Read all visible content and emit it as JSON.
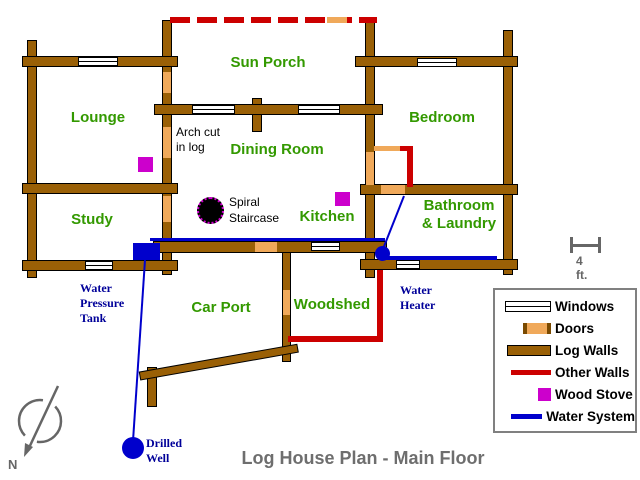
{
  "title": "Log House Plan - Main Floor",
  "rooms": {
    "sun_porch": "Sun Porch",
    "lounge": "Lounge",
    "dining_room": "Dining Room",
    "bedroom": "Bedroom",
    "study": "Study",
    "kitchen": "Kitchen",
    "bathroom_line1": "Bathroom",
    "bathroom_line2": "& Laundry",
    "car_port": "Car Port",
    "woodshed": "Woodshed"
  },
  "annotations": {
    "arch_cut_line1": "Arch cut",
    "arch_cut_line2": "in log",
    "staircase_line1": "Spiral",
    "staircase_line2": "Staircase",
    "tank_line1": "Water",
    "tank_line2": "Pressure",
    "tank_line3": "Tank",
    "heater_line1": "Water",
    "heater_line2": "Heater",
    "well_line1": "Drilled",
    "well_line2": "Well"
  },
  "compass": {
    "north_label": "N"
  },
  "scale_bar": {
    "label": "4 ft."
  },
  "legend": {
    "items": [
      {
        "label": "Windows",
        "icon": "window-icon"
      },
      {
        "label": "Doors",
        "icon": "door-icon"
      },
      {
        "label": "Log Walls",
        "icon": "log-wall-icon"
      },
      {
        "label": "Other Walls",
        "icon": "other-wall-icon"
      },
      {
        "label": "Wood Stove",
        "icon": "wood-stove-icon"
      },
      {
        "label": "Water System",
        "icon": "water-system-icon"
      }
    ]
  },
  "colors": {
    "log_wall": "#9A6006",
    "door": "#F0A95A",
    "other_wall": "#CC0000",
    "wood_stove": "#CC00CC",
    "water_system": "#0000CC",
    "room_label": "#339900",
    "water_label": "#000099",
    "title_text": "#6E6E6E"
  }
}
